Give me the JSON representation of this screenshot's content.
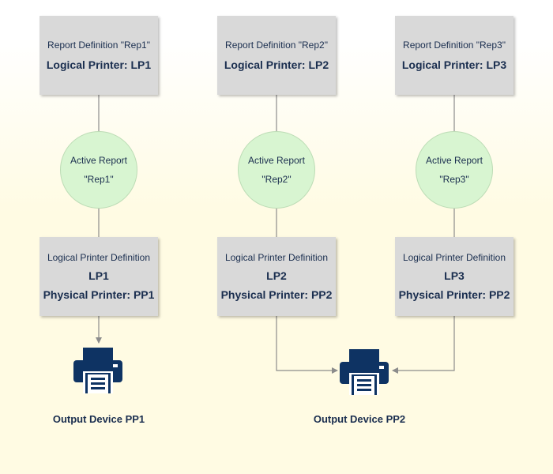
{
  "colors": {
    "box_fill": "#d9d9d9",
    "circle_fill": "#d8f5d1",
    "text": "#1a2e4f",
    "printer": "#0e3363",
    "line": "#8c8c8c"
  },
  "columns": [
    {
      "report": {
        "caption": "Report Definition \"Rep1\"",
        "printer": "Logical Printer: LP1"
      },
      "active": {
        "line1": "Active Report",
        "line2": "\"Rep1\""
      },
      "lp": {
        "caption": "Logical Printer Definition",
        "name": "LP1",
        "physical": "Physical Printer: PP1"
      }
    },
    {
      "report": {
        "caption": "Report Definition \"Rep2\"",
        "printer": "Logical Printer: LP2"
      },
      "active": {
        "line1": "Active Report",
        "line2": "\"Rep2\""
      },
      "lp": {
        "caption": "Logical Printer Definition",
        "name": "LP2",
        "physical": "Physical Printer: PP2"
      }
    },
    {
      "report": {
        "caption": "Report Definition \"Rep3\"",
        "printer": "Logical Printer: LP3"
      },
      "active": {
        "line1": "Active Report",
        "line2": "\"Rep3\""
      },
      "lp": {
        "caption": "Logical Printer Definition",
        "name": "LP3",
        "physical": "Physical Printer: PP2"
      }
    }
  ],
  "devices": [
    {
      "label": "Output Device PP1",
      "icon": "printer-icon"
    },
    {
      "label": "Output Device PP2",
      "icon": "printer-icon"
    }
  ]
}
